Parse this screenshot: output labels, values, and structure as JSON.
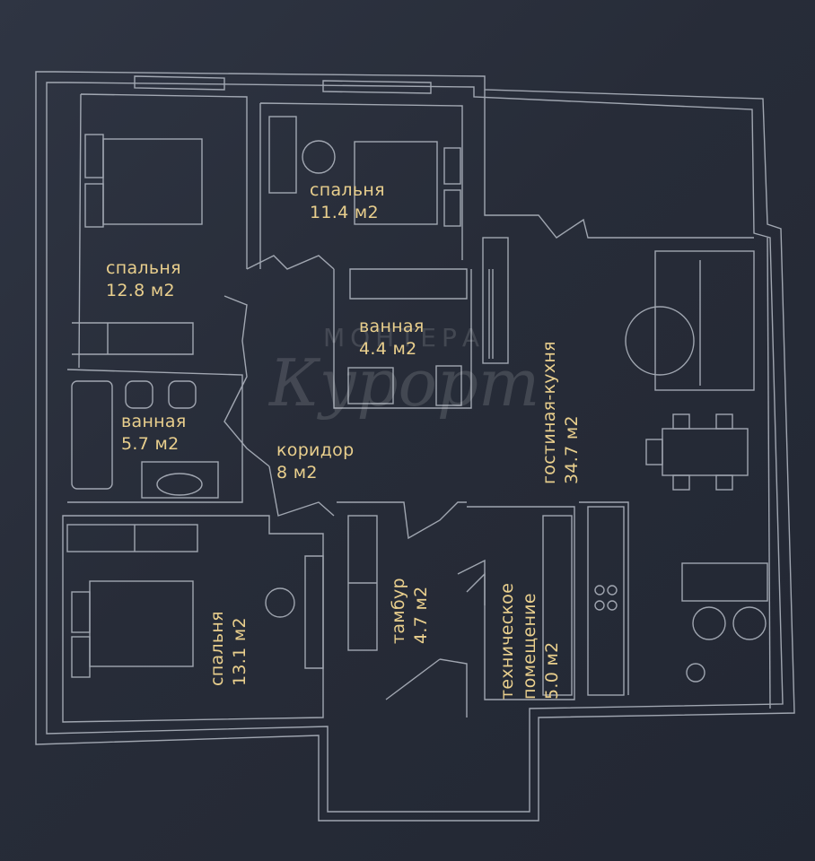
{
  "watermark": {
    "line1": "МОНТЕРА",
    "line2": "Курорт"
  },
  "rooms": [
    {
      "id": "bedroom-11",
      "name": "спальня",
      "area": "11.4 м2"
    },
    {
      "id": "bedroom-12",
      "name": "спальня",
      "area": "12.8 м2"
    },
    {
      "id": "bath-4",
      "name": "ванная",
      "area": "4.4 м2"
    },
    {
      "id": "bath-5",
      "name": "ванная",
      "area": "5.7 м2"
    },
    {
      "id": "corridor",
      "name": "коридор",
      "area": "8 м2"
    },
    {
      "id": "living-kitchen",
      "name": "гостиная-кухня",
      "area": "34.7 м2"
    },
    {
      "id": "bedroom-13",
      "name": "спальня",
      "area": "13.1 м2"
    },
    {
      "id": "vestibule",
      "name": "тамбур",
      "area": "4.7 м2"
    },
    {
      "id": "tech-room",
      "name1": "техническое",
      "name2": "помещение",
      "area": "5.0 м2"
    }
  ],
  "colors": {
    "background": "#2a2f3b",
    "lines": "#c9cfd9",
    "labels": "#e9cf8d"
  }
}
